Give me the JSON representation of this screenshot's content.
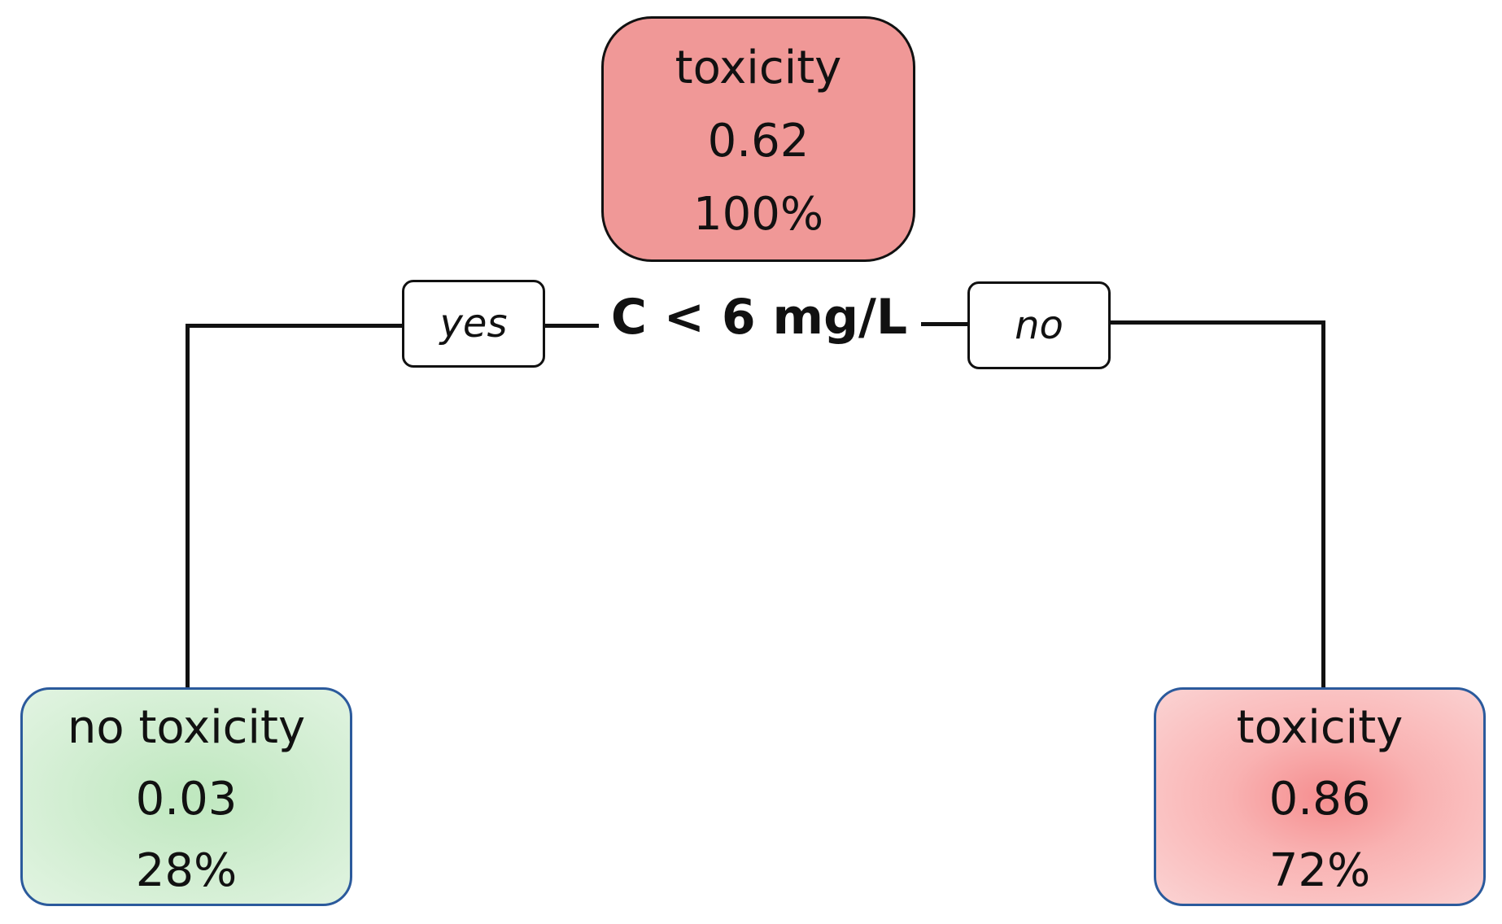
{
  "root_node": {
    "label": "toxicity",
    "value": "0.62",
    "percent": "100%"
  },
  "split": {
    "condition": "C < 6 mg/L",
    "yes_label": "yes",
    "no_label": "no"
  },
  "leaf_left": {
    "label": "no toxicity",
    "value": "0.03",
    "percent": "28%"
  },
  "leaf_right": {
    "label": "toxicity",
    "value": "0.86",
    "percent": "72%"
  },
  "colors": {
    "toxicity_fill": "#f09897",
    "no_toxicity_fill": "#cdeccd",
    "leaf_border": "#2b5a9c",
    "line": "#111111"
  }
}
